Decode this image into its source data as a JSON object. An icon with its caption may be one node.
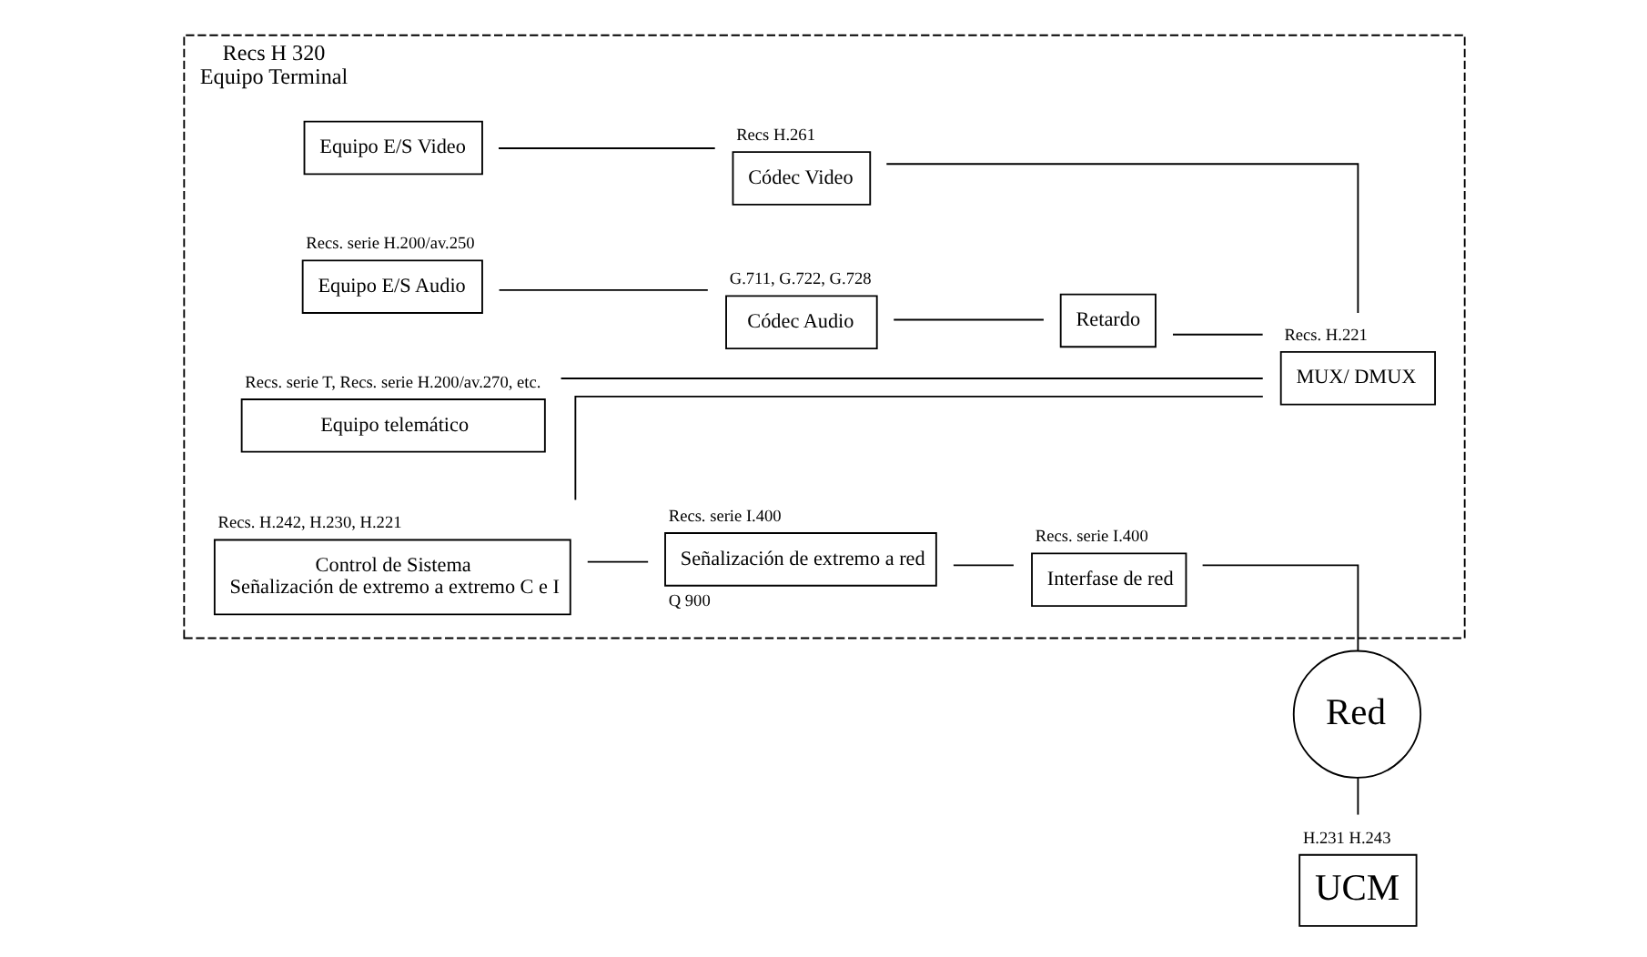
{
  "diagram": {
    "nodes": [
      {
        "text": [
          "Recs H 320",
          "Equipo Terminal"
        ]
      },
      {
        "text": [
          "Equipo E/S Video"
        ],
        "in": 0
      },
      {
        "text": [
          "Códec Video"
        ],
        "beside": [
          "Recs H.261"
        ],
        "in": 0
      },
      {
        "text": [
          "MUX/ DMUX"
        ],
        "beside": [
          "Recs. H.221"
        ],
        "in": 0
      },
      {
        "text": [
          "Interfase de red"
        ],
        "beside": [
          "Recs. serie I.400"
        ],
        "in": 0
      },
      {
        "text": [
          "Equipo E/S Audio"
        ],
        "beside": [
          "Recs. serie H.200/av.250"
        ],
        "in": 0
      },
      {
        "text": [
          "Códec Audio"
        ],
        "beside": [
          "G.711, G.722, G.728"
        ],
        "in": 0
      },
      {
        "text": [
          "Retardo"
        ],
        "in": 0
      },
      {
        "text": [
          "Equipo telemático"
        ],
        "beside": [
          "Recs. serie T, Recs. serie H.200/av.270, etc."
        ],
        "in": 0
      },
      {
        "text": [
          "Control de Sistema",
          "Señalización de extremo a extremo C e I"
        ],
        "beside": [
          "Recs. H.242, H.230, H.221"
        ],
        "in": 0
      },
      {
        "text": [
          "Señalización de extremo a red"
        ],
        "beside": [
          "Recs. serie I.400",
          "Q 900"
        ],
        "in": 0
      },
      {
        "text": [
          "Red"
        ]
      },
      {
        "text": [
          "UCM"
        ],
        "beside": [
          "H.231 H.243"
        ]
      }
    ],
    "edges": [
      {
        "from": 1,
        "to": 2,
        "arrow": "none"
      },
      {
        "from": 2,
        "to": 3,
        "arrow": "none"
      },
      {
        "from": 5,
        "to": 6,
        "arrow": "none"
      },
      {
        "from": 6,
        "to": 7,
        "arrow": "none"
      },
      {
        "from": 7,
        "to": 3,
        "arrow": "none"
      },
      {
        "from": 8,
        "to": 3,
        "arrow": "none"
      },
      {
        "from": 9,
        "to": 3,
        "arrow": "none"
      },
      {
        "from": 9,
        "to": 10,
        "arrow": "none"
      },
      {
        "from": 10,
        "to": 4,
        "arrow": "none"
      },
      {
        "from": 4,
        "to": 11,
        "arrow": "none"
      },
      {
        "from": 11,
        "to": 12,
        "arrow": "none"
      }
    ]
  }
}
